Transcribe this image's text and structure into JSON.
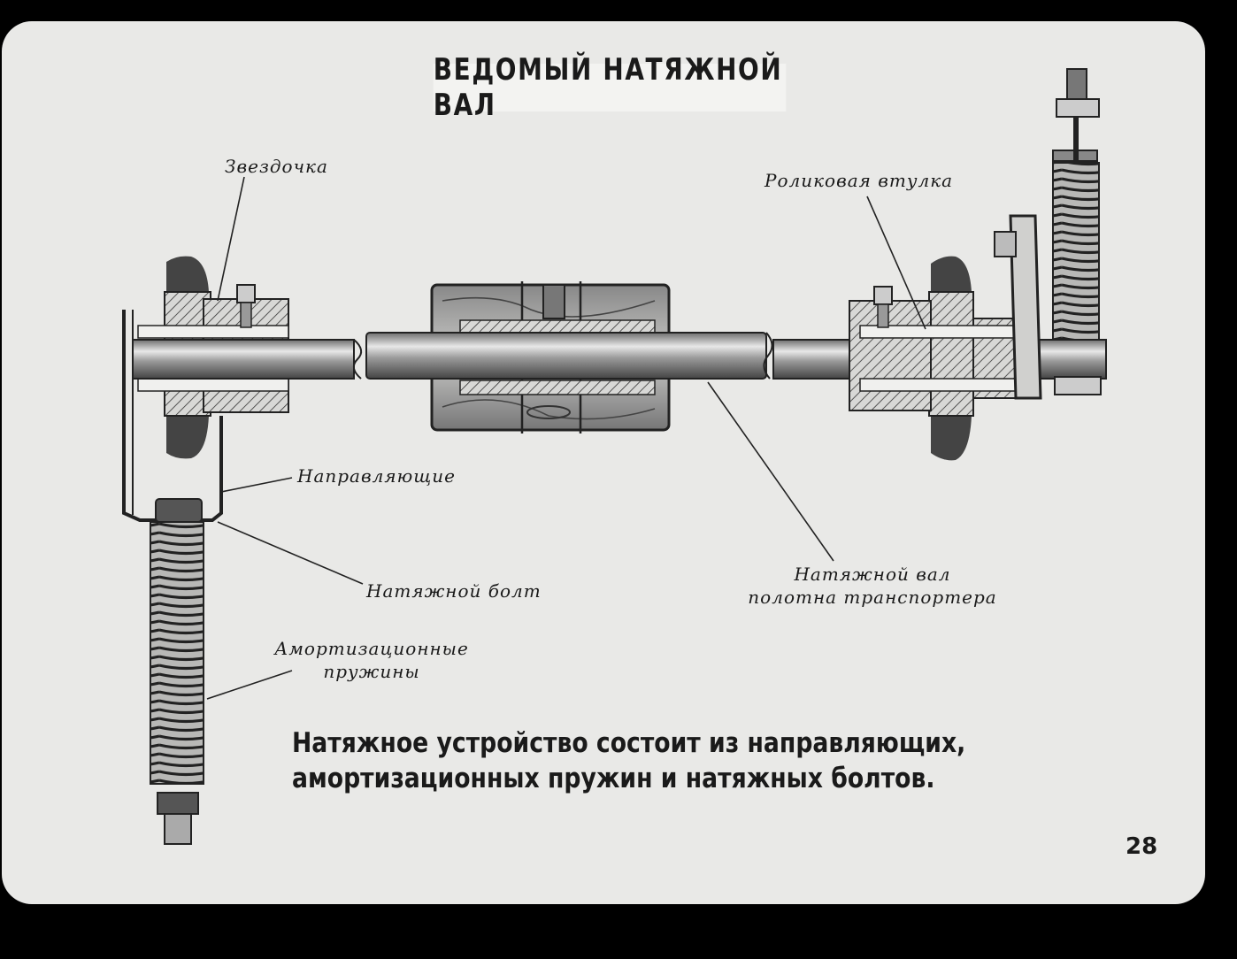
{
  "title": "ВЕДОМЫЙ НАТЯЖНОЙ ВАЛ",
  "labels": {
    "sprocket": "Звездочка",
    "roller_bushing": "Роликовая втулка",
    "guides": "Направляющие",
    "tension_bolt": "Натяжной болт",
    "tension_shaft_line1": "Натяжной вал",
    "tension_shaft_line2": "полотна транспортера",
    "springs_line1": "Амортизационные",
    "springs_line2": "пружины"
  },
  "caption": {
    "line1": "Натяжное устройство состоит из  направляющих,",
    "line2": "амортизационных пружин и натяжных болтов."
  },
  "page_number": "28"
}
